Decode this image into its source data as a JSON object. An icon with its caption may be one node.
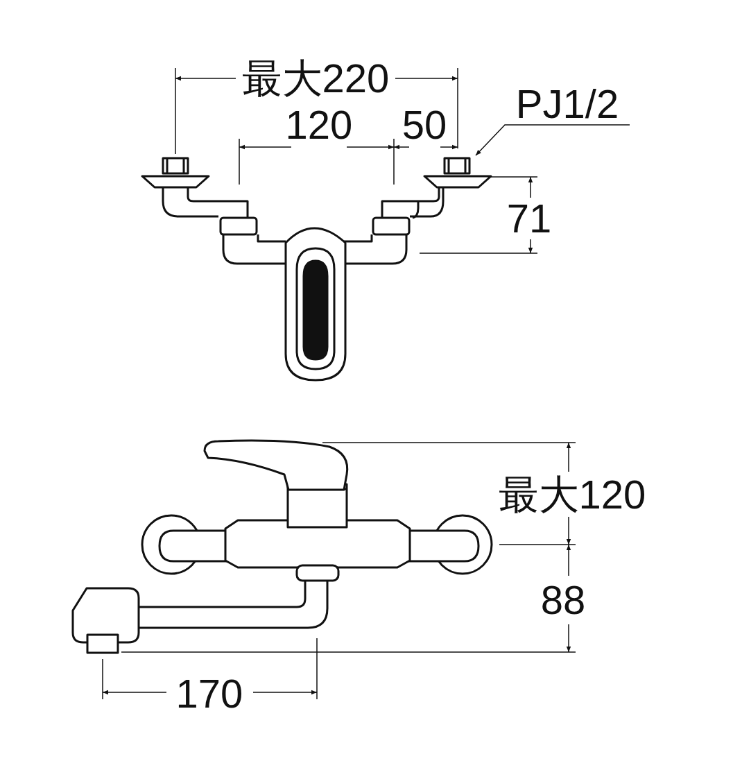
{
  "diagram": {
    "nodes": [
      {
        "text": [
          "PJ1/2"
        ]
      },
      {
        "text": [],
        "shape": "picture"
      }
    ],
    "edges": [
      {
        "from": 0,
        "to": 1,
        "arrow": "to"
      }
    ],
    "labels": [
      "最大220",
      "120",
      "50",
      "71",
      "最大120",
      "88",
      "170"
    ]
  }
}
